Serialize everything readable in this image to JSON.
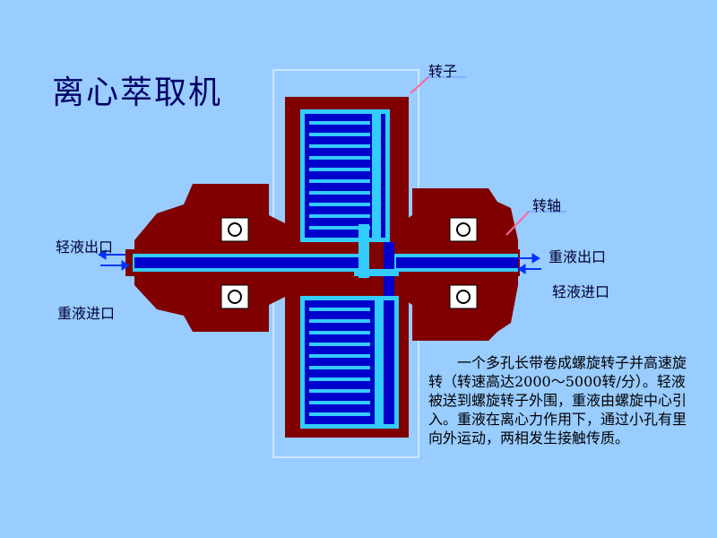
{
  "title": "离心萃取机",
  "labels": {
    "rotor": "转子",
    "shaft": "转轴",
    "light_out": "轻液出口",
    "heavy_in": "重液进口",
    "heavy_out": "重液出口",
    "light_out_right": "轻液进口"
  },
  "description": "一个多孔长带卷成螺旋转子并高速旋转（转速高达2000～5000转/分）。轻液被送到螺旋转子外围，重液由螺旋中心引入。重液在离心力作用下，通过小孔有里向外运动，两相发生接触传质。",
  "colors": {
    "background": "#99CCFF",
    "housing": "#800000",
    "channel_dark": "#0000CC",
    "channel_light": "#33CCFF",
    "arrow": "#0033FF",
    "pointer": "#FF6699"
  }
}
